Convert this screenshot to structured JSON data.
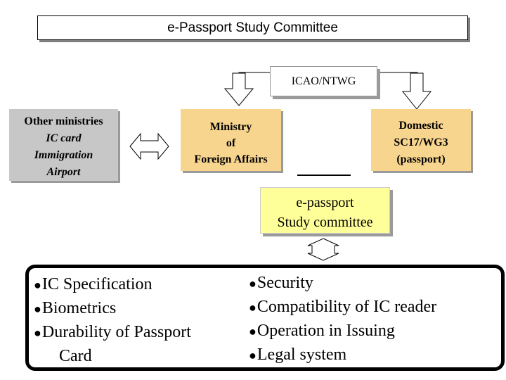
{
  "title": "e-Passport Study Committee",
  "icao": "ICAO/NTWG",
  "other_ministries": {
    "heading": "Other ministries",
    "lines": [
      "IC card",
      "Immigration",
      "Airport"
    ]
  },
  "mofa": {
    "lines": [
      "Ministry",
      "of",
      "Foreign Affairs"
    ]
  },
  "domestic": {
    "lines": [
      "Domestic",
      "SC17/WG3",
      "(passport)"
    ]
  },
  "epassport": {
    "lines": [
      "e-passport",
      "Study committee"
    ]
  },
  "topics": {
    "bullet": "●",
    "left": [
      "IC Specification",
      "Biometrics",
      "Durability of Passport"
    ],
    "left_continuation": "Card",
    "right": [
      "Security",
      "Compatibility of IC reader",
      "Operation in Issuing",
      "Legal system"
    ]
  },
  "colors": {
    "orange_box": "#f7d58e",
    "yellow_box": "#ffff99",
    "gray_box": "#c7c7c7"
  }
}
